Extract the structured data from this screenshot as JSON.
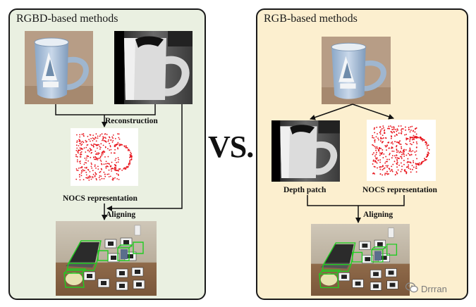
{
  "left_panel": {
    "title": "RGBD-based methods",
    "labels": {
      "reconstruction": "Reconstruction",
      "nocs": "NOCS representation",
      "aligning": "Aligning"
    },
    "background": "#eaf0e1"
  },
  "right_panel": {
    "title": "RGB-based methods",
    "labels": {
      "depth_patch": "Depth patch",
      "nocs": "NOCS representation",
      "aligning": "Aligning"
    },
    "background": "#fcefcf"
  },
  "vs_text": "VS.",
  "watermark": {
    "text": "Drrran",
    "icon": "wechat-icon"
  },
  "colors": {
    "point_cloud": "#e8141c",
    "bbox": "#22cc22",
    "border": "#1a1a1a"
  }
}
